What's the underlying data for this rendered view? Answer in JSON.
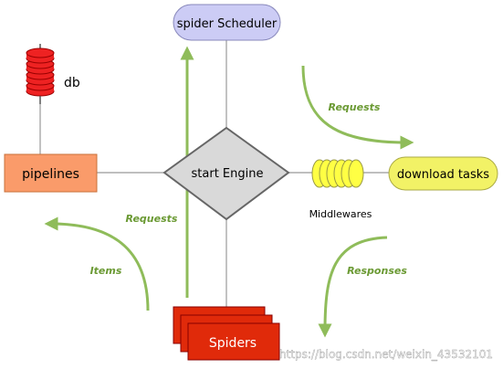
{
  "nodes": {
    "scheduler": "spider Scheduler",
    "engine": "start Engine",
    "pipelines": "pipelines",
    "db": "db",
    "download": "download tasks",
    "spiders": "Spiders",
    "middlewares": "Middlewares"
  },
  "flows": {
    "requests_top": "Requests",
    "requests_left": "Requests",
    "items": "Items",
    "responses": "Responses"
  },
  "watermark": "https://blog.csdn.net/weixin_43532101",
  "colors": {
    "scheduler_fill": "#ccccf5",
    "engine_fill": "#d9d9d9",
    "pipelines_fill": "#fa9b6a",
    "db_fill": "#ee2222",
    "download_fill": "#f2f266",
    "middleware_fill": "#ffff44",
    "spiders_fill": "#e02a0a",
    "arrow_green": "#8fbc5a",
    "flow_text": "#6b9a34"
  }
}
